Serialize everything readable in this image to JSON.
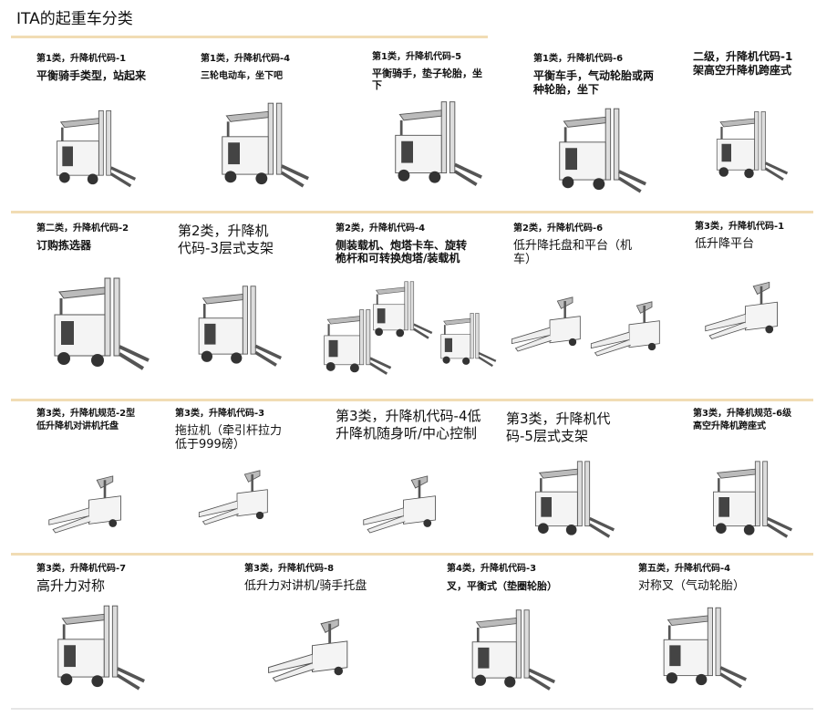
{
  "title": "ITA的起重车分类",
  "rows": [
    {
      "items": [
        {
          "code": "第1类，升降机代码-1",
          "desc": "平衡骑手类型，站起来"
        },
        {
          "code": "第1类，升降机代码-4",
          "desc": "三轮电动车，坐下吧"
        },
        {
          "code": "第1类，升降机代码-5",
          "desc": "平衡骑手，垫子轮胎，坐下"
        },
        {
          "code": "第1类，升降机代码-6",
          "desc": "平衡车手，气动轮胎或两种轮胎，坐下"
        },
        {
          "code": "二级，升降机代码-1",
          "desc": "架高空升降机跨座式"
        }
      ]
    },
    {
      "items": [
        {
          "code": "第二类，升降机代码-2",
          "desc": "订购拣选器"
        },
        {
          "code": "第2类，升降机",
          "desc": "代码-3层式支架"
        },
        {
          "code": "第2类，升降机代码-4",
          "desc": "侧装载机、炮塔卡车、旋转桅杆和可转换炮塔/装载机"
        },
        {
          "code": "第2类，升降机代码-6",
          "desc": "低升降托盘和平台（机车）"
        },
        {
          "code": "第3类，升降机代码-1",
          "desc": "低升降平台"
        }
      ]
    },
    {
      "items": [
        {
          "code": "第3类，升降机规范-2型",
          "desc": "低升降机对讲机托盘"
        },
        {
          "code": "第3类，升降机代码-3",
          "desc": "拖拉机（牵引杆拉力低于999磅）"
        },
        {
          "code": "第3类，升降机代码-4低",
          "desc": "升降机随身听/中心控制"
        },
        {
          "code": "第3类，升降机代",
          "desc": "码-5层式支架"
        },
        {
          "code": "第3类，升降机规范-6级",
          "desc": "高空升降机跨座式"
        }
      ]
    },
    {
      "items": [
        {
          "code": "第3类，升降机代码-7",
          "desc": "高升力对称"
        },
        {
          "code": "第3类，升降机代码-8",
          "desc": "低升力对讲机/骑手托盘"
        },
        {
          "code": "第4类，升降机代码-3",
          "desc": "叉，平衡式（垫圈轮胎）"
        },
        {
          "code": "第五类，升降机代码-4",
          "desc": "对称叉（气动轮胎）"
        }
      ]
    }
  ]
}
